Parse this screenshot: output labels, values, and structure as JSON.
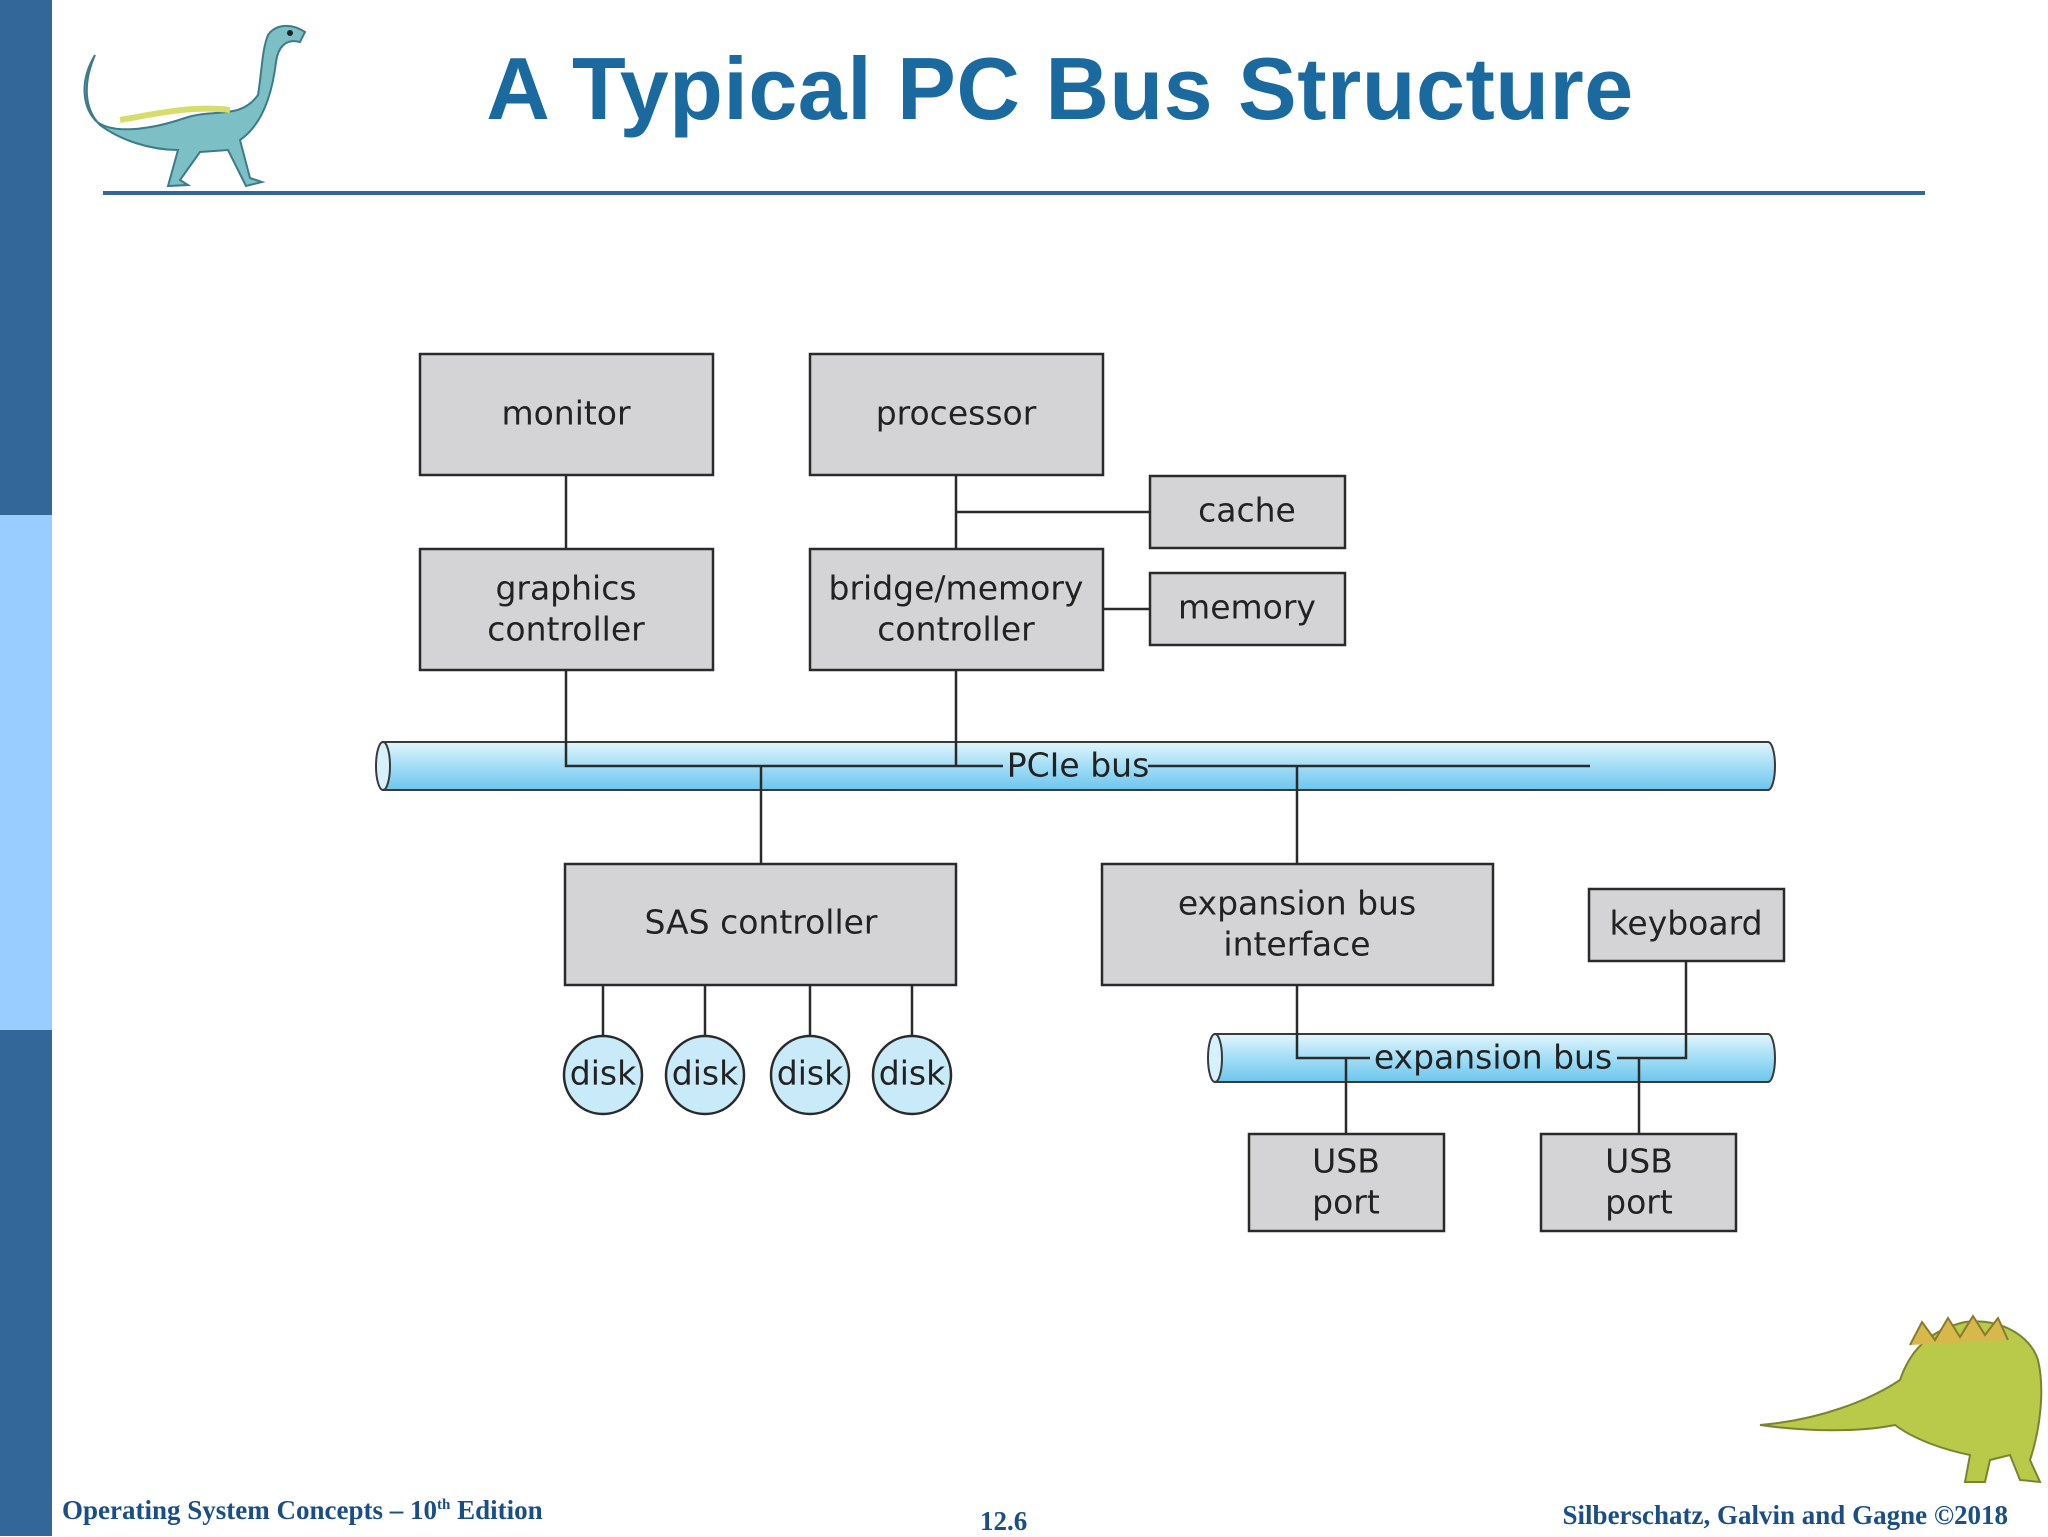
{
  "slide": {
    "title": "A Typical PC Bus Structure",
    "footer_left_main": "Operating System Concepts – 10",
    "footer_left_sup": "th",
    "footer_left_tail": " Edition",
    "footer_center": "12.6",
    "footer_right": "Silberschatz, Galvin and Gagne ©2018"
  },
  "diagram": {
    "monitor": "monitor",
    "processor": "processor",
    "cache": "cache",
    "graphics_controller": [
      "graphics",
      "controller"
    ],
    "bridge_memory_controller": [
      "bridge/memory",
      "controller"
    ],
    "memory": "memory",
    "pcie_bus": "PCIe bus",
    "sas_controller": "SAS controller",
    "expansion_bus_interface": [
      "expansion bus",
      "interface"
    ],
    "keyboard": "keyboard",
    "disks": [
      "disk",
      "disk",
      "disk",
      "disk"
    ],
    "expansion_bus": "expansion bus",
    "usb_ports": [
      [
        "USB",
        "port"
      ],
      [
        "USB",
        "port"
      ]
    ]
  },
  "colors": {
    "accent_blue": "#336699",
    "light_blue": "#99ccff",
    "title_blue": "#1a6aa0",
    "box_gray": "#d4d4d6",
    "bus_cyan": "#8fd6f4"
  }
}
